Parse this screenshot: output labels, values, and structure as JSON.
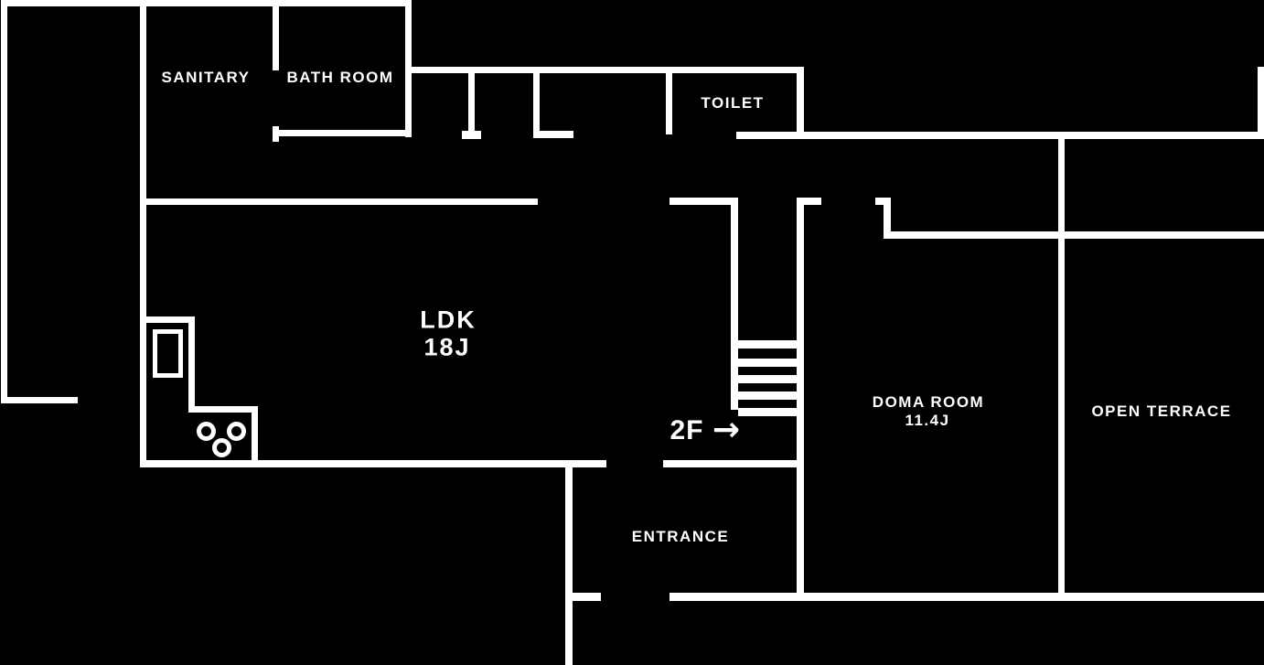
{
  "colors": {
    "background": "#000000",
    "wall": "#ffffff",
    "text": "#ffffff"
  },
  "rooms": {
    "sanitary": {
      "label": "SANITARY"
    },
    "bathroom": {
      "label": "BATH ROOM"
    },
    "toilet": {
      "label": "TOILET"
    },
    "ldk": {
      "label": "LDK",
      "area": "18J"
    },
    "doma": {
      "label": "DOMA ROOM",
      "area": "11.4J"
    },
    "terrace": {
      "label": "OPEN TERRACE"
    },
    "entrance": {
      "label": "ENTRANCE"
    }
  },
  "stairs": {
    "label": "2F",
    "arrow_icon": "→"
  }
}
